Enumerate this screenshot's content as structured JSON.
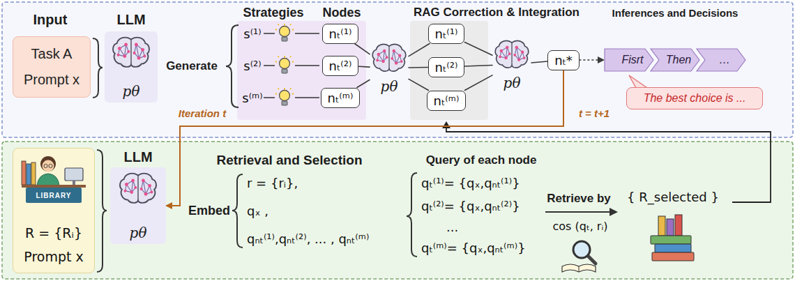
{
  "diagram": {
    "nodes": [
      {
        "text": [
          "Task A",
          "Prompt x"
        ]
      },
      {
        "text": [
          "pθ"
        ]
      },
      {
        "text": [
          "nₜ⁽¹⁾"
        ]
      },
      {
        "text": [
          "nₜ⁽²⁾"
        ]
      },
      {
        "text": [
          "nₜ⁽ᵐ⁾"
        ]
      },
      {
        "text": [
          "pθ"
        ]
      },
      {
        "text": [
          "nₜ⁽¹⁾"
        ]
      },
      {
        "text": [
          "nₜ⁽²⁾"
        ]
      },
      {
        "text": [
          "nₜ⁽ᵐ⁾"
        ]
      },
      {
        "text": [
          "pθ"
        ]
      },
      {
        "text": [
          "nₜ*"
        ]
      },
      {
        "text": [
          "Fisrt"
        ]
      },
      {
        "text": [
          "Then"
        ]
      },
      {
        "text": [
          "…"
        ]
      },
      {
        "text": [
          "The best choice is ..."
        ]
      },
      {
        "text": [
          "R = {Rᵢ}",
          "Prompt x"
        ]
      },
      {
        "text": [
          "pθ"
        ]
      }
    ],
    "edges": [
      {
        "from": 2,
        "to": 5,
        "arrow": "none"
      },
      {
        "from": 3,
        "to": 5,
        "arrow": "none"
      },
      {
        "from": 4,
        "to": 5,
        "arrow": "none"
      },
      {
        "from": 5,
        "to": 6,
        "arrow": "none"
      },
      {
        "from": 5,
        "to": 7,
        "arrow": "none"
      },
      {
        "from": 5,
        "to": 8,
        "arrow": "none"
      },
      {
        "from": 6,
        "to": 9,
        "arrow": "none"
      },
      {
        "from": 7,
        "to": 9,
        "arrow": "none"
      },
      {
        "from": 8,
        "to": 9,
        "arrow": "none"
      },
      {
        "from": 9,
        "to": 10,
        "arrow": "none"
      },
      {
        "from": 10,
        "to": 11,
        "arrow": "to"
      },
      {
        "from": 10,
        "to": 16,
        "arrow": "to",
        "label": "t = t+1"
      }
    ],
    "labels": [
      "Input",
      "LLM",
      "Generate",
      "Strategies",
      "Nodes",
      "RAG Correction & Integration",
      "Inferences and Decisions",
      "s⁽¹⁾",
      "s⁽²⁾",
      "s⁽ᵐ⁾",
      "Iteration t",
      "LIBRARY",
      "LLM",
      "Retrieval and Selection",
      "Embed",
      "r = {rᵢ},",
      "qₓ ,",
      "qₙₜ⁽¹⁾,qₙₜ⁽²⁾, ... , qₙₜ⁽ᵐ⁾",
      "Query of each node",
      "qₜ⁽¹⁾= {qₓ,qₙₜ⁽¹⁾}",
      "qₜ⁽²⁾= {qₓ,qₙₜ⁽²⁾}",
      "...",
      "qₜ⁽ᵐ⁾= {qₓ,qₙₜ⁽ᵐ⁾}",
      "Retrieve by",
      "cos (qₜ, rᵢ)",
      "{ R_selected }"
    ]
  }
}
